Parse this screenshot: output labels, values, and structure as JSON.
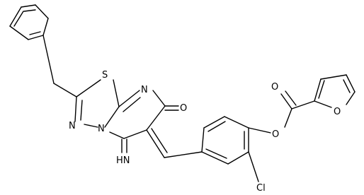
{
  "molecule": {
    "atoms": {
      "S": "S",
      "N_ring": "N",
      "N_bridge": "N",
      "N_fused": "N",
      "O_keto": "O",
      "imine": "HN",
      "O_ester_carbonyl": "O",
      "O_ester": "O",
      "Cl": "Cl",
      "O_furan": "O"
    }
  }
}
